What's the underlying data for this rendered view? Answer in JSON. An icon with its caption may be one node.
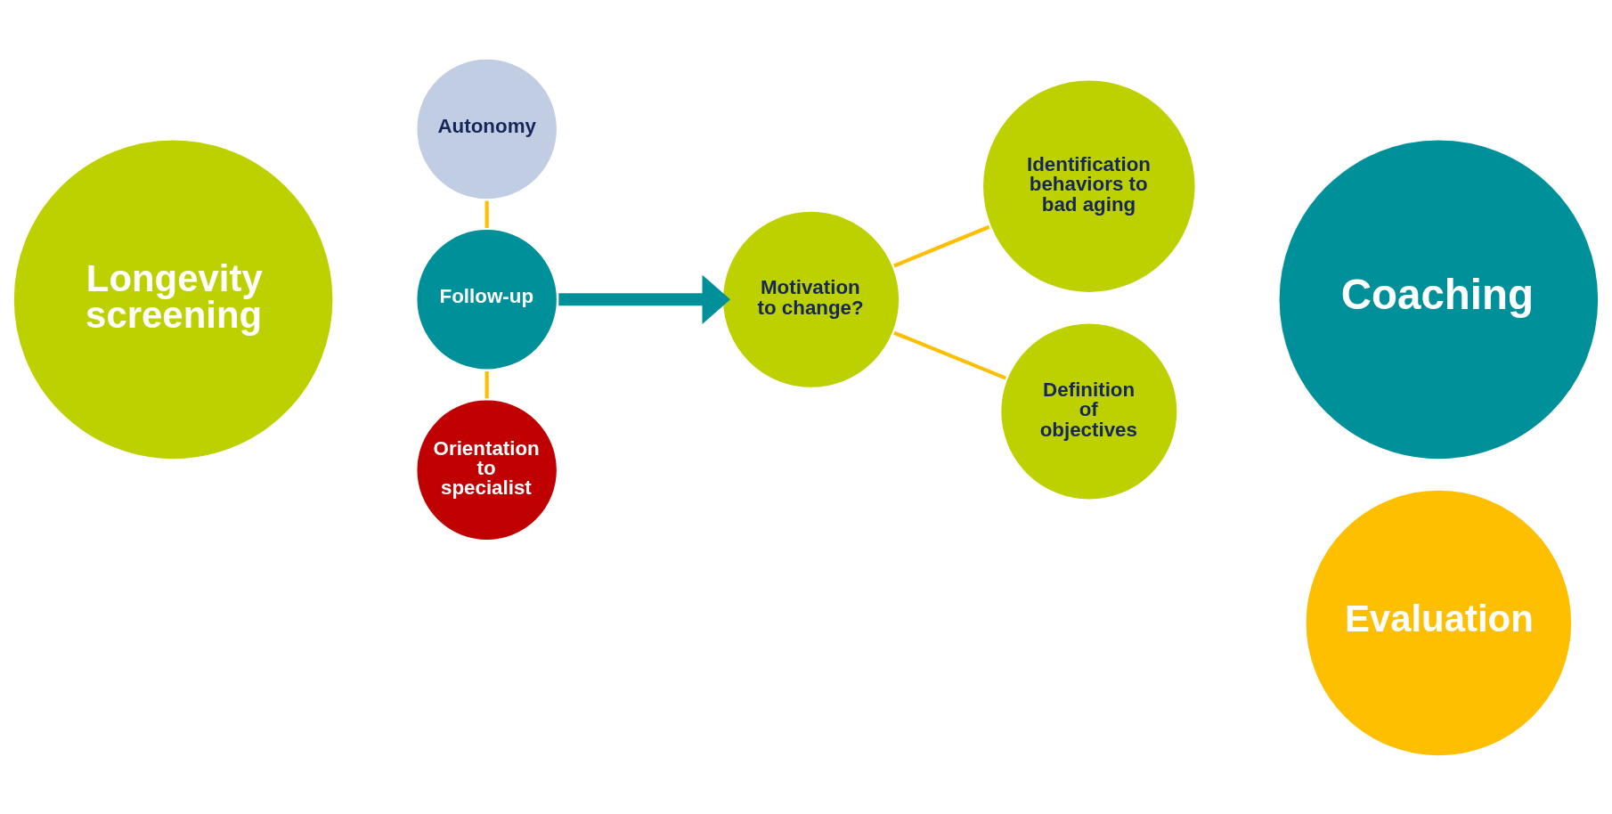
{
  "diagram": {
    "nodes": [
      {
        "text": [
          "Longevity screening"
        ]
      },
      {
        "text": [
          "Autonomy"
        ]
      },
      {
        "text": [
          "Follow-up"
        ]
      },
      {
        "text": [
          "Orientation to specialist"
        ]
      },
      {
        "text": [
          "Identification behaviors to bad aging"
        ]
      },
      {
        "text": [
          "Motivation to change?"
        ]
      },
      {
        "text": [
          "Definition of objectives"
        ]
      },
      {
        "text": [
          "Evaluation"
        ]
      },
      {
        "text": [
          "Coaching"
        ]
      }
    ],
    "edges": [
      {
        "from": 1,
        "to": 2,
        "arrow": "none"
      },
      {
        "from": 2,
        "to": 3,
        "arrow": "none"
      },
      {
        "from": 2,
        "to": 5,
        "arrow": "to",
        "style": "thick",
        "color": "#00909a"
      },
      {
        "from": 5,
        "to": 4,
        "arrow": "none"
      },
      {
        "from": 5,
        "to": 6,
        "arrow": "none"
      }
    ]
  }
}
